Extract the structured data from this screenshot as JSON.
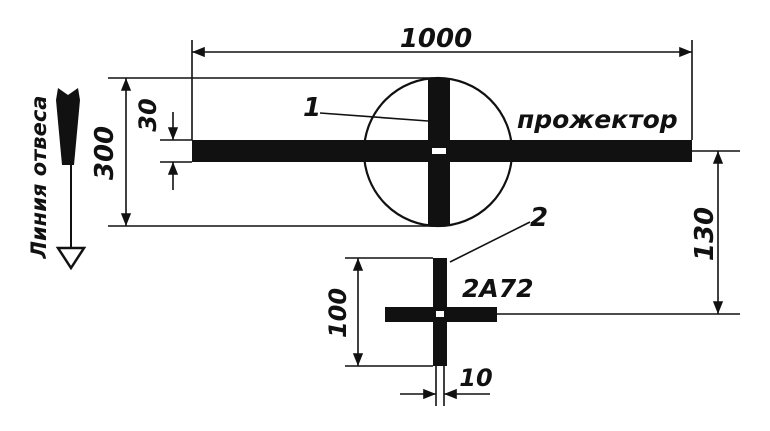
{
  "dimensions": {
    "top_width": "1000",
    "left_height": "300",
    "bar_thickness": "30",
    "right_offset": "130",
    "small_height": "100",
    "small_width": "10"
  },
  "labels": {
    "callout_1": "1",
    "callout_2": "2",
    "projector": "прожектор",
    "model": "2А72",
    "plumb_line": "Линия отвеса"
  },
  "colors": {
    "ink": "#111111",
    "background": "#ffffff"
  }
}
